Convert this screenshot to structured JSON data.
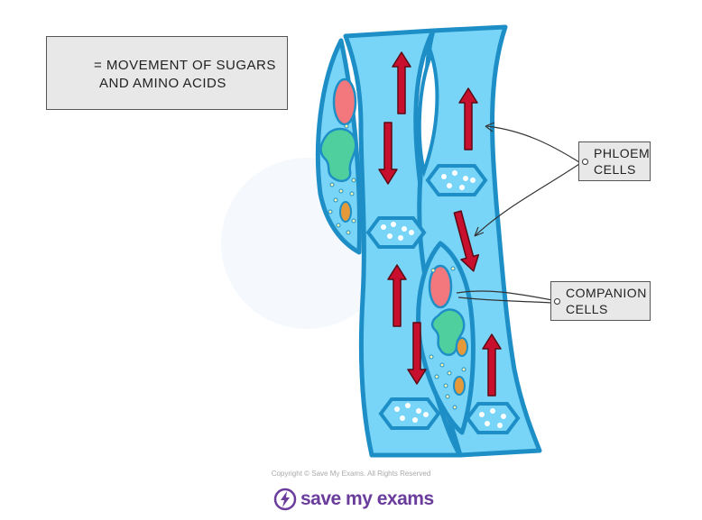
{
  "legend": {
    "line1": "= MOVEMENT OF SUGARS",
    "line2": "AND AMINO ACIDS",
    "arrow_color": "#c8102e"
  },
  "labels": {
    "phloem": [
      "PHLOEM",
      "CELLS"
    ],
    "companion": [
      "COMPANION",
      "CELLS"
    ]
  },
  "footer": {
    "copyright": "Copyright © Save My Exams. All Rights Reserved",
    "brand": "save my exams"
  },
  "colors": {
    "tube_fill": "#79d5f7",
    "tube_stroke": "#1e8fc6",
    "nucleus": "#f2787e",
    "vacuole": "#4fcf9d",
    "mitochondria": "#e49a3a",
    "arrow": "#c8102e",
    "brand": "#6a3c9c"
  }
}
